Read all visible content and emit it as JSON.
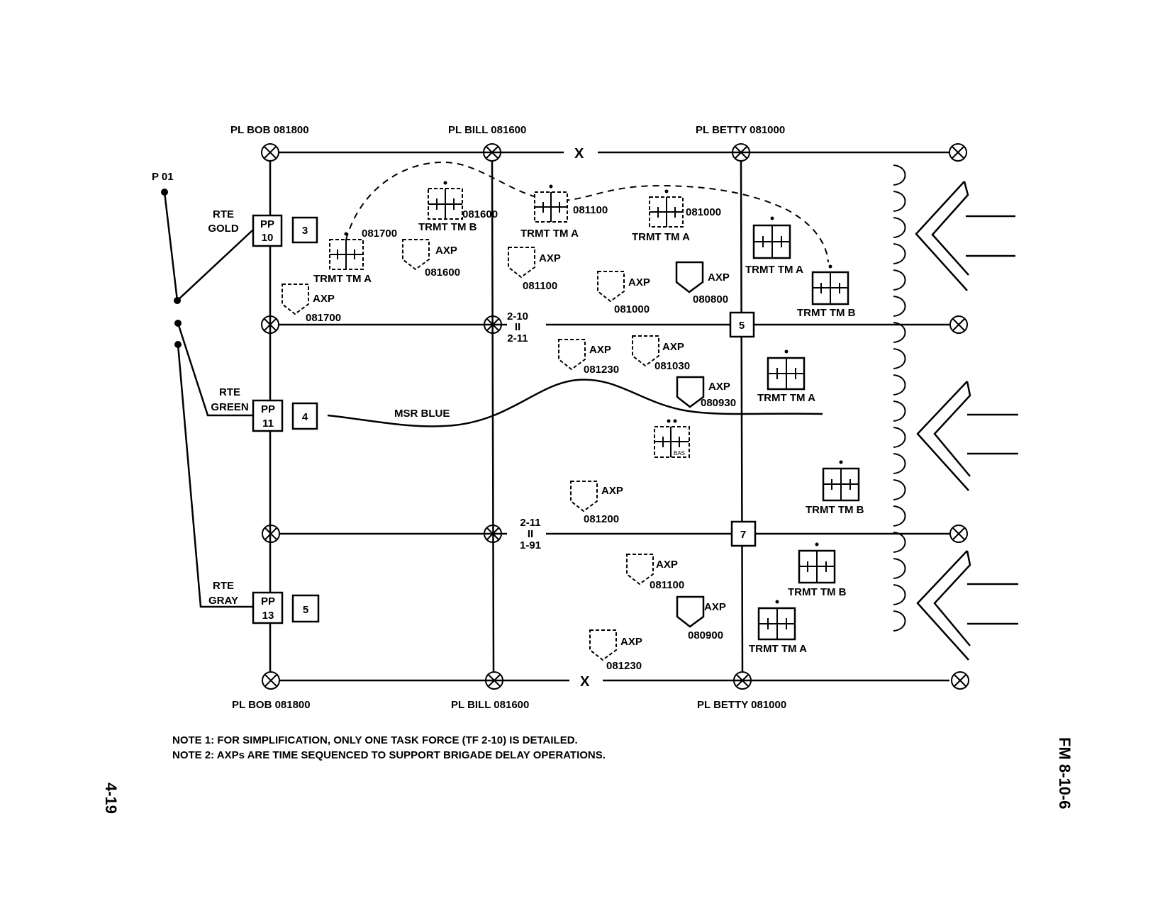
{
  "phase_lines": {
    "bob": "PL BOB 081800",
    "bill": "PL BILL 081600",
    "betty": "PL BETTY 081000"
  },
  "boundary_mark": "X",
  "release_point": "P 01",
  "routes": {
    "gold": {
      "line1": "RTE",
      "line2": "GOLD",
      "pp1": "PP",
      "pp2": "10",
      "num": "3"
    },
    "green": {
      "line1": "RTE",
      "line2": "GREEN",
      "pp1": "PP",
      "pp2": "11",
      "num": "4"
    },
    "gray": {
      "line1": "RTE",
      "line2": "GRAY",
      "pp1": "PP",
      "pp2": "13",
      "num": "5"
    }
  },
  "unit_boundaries": [
    {
      "top": "2-10",
      "mid": "II",
      "bottom": "2-11"
    },
    {
      "top": "2-11",
      "mid": "II",
      "bottom": "1-91"
    }
  ],
  "checkpoints": [
    "5",
    "7"
  ],
  "msr_label": "MSR BLUE",
  "axp_label": "AXP",
  "axp_times": [
    "081700",
    "081600",
    "081100",
    "081000",
    "080800",
    "081230",
    "081030",
    "080930",
    "081200",
    "081100",
    "080900",
    "081230"
  ],
  "teams": {
    "a": "TRMT TM A",
    "b": "TRMT TM B"
  },
  "team_times": [
    "081700",
    "081600",
    "081100",
    "081000"
  ],
  "bas_label": "BAS",
  "notes": [
    "NOTE 1:  FOR SIMPLIFICATION, ONLY ONE TASK FORCE (TF 2-10) IS DETAILED.",
    "NOTE 2:  AXPs ARE TIME SEQUENCED TO SUPPORT BRIGADE DELAY OPERATIONS."
  ],
  "page_number": "4-19",
  "doc_id": "FM 8-10-6"
}
